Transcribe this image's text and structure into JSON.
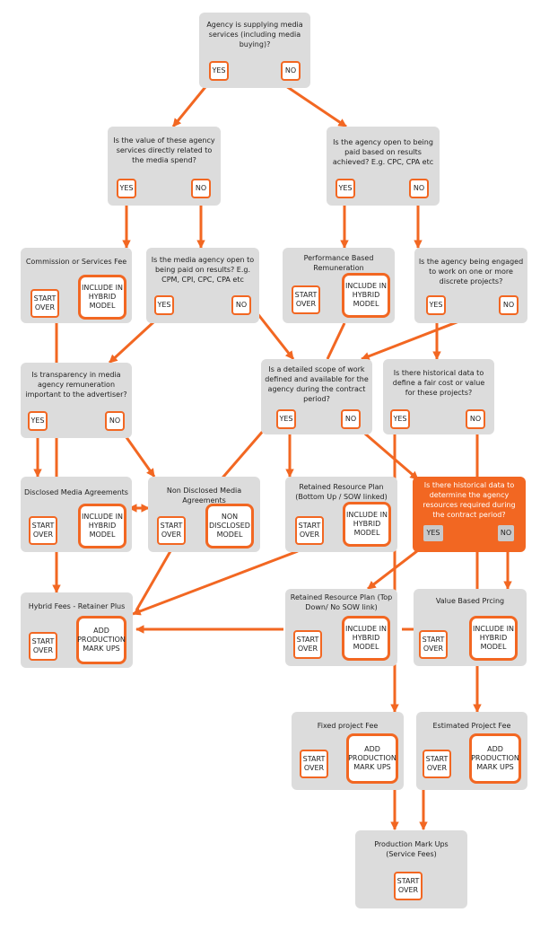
{
  "colors": {
    "accent": "#f26722",
    "box": "#dcdcdc",
    "highlight": "#f26722"
  },
  "labels": {
    "yes": "YES",
    "no": "NO",
    "start_over": "START OVER",
    "include_hybrid": "INCLUDE IN HYBRID MODEL",
    "add_markups": "ADD PRODUCTION MARK UPS",
    "non_disclosed_model": "NON DISCLOSED MODEL"
  },
  "nodes": {
    "q_agency_media": "Agency is supplying media services (including media buying)?",
    "q_value_related": "Is the value of these agency services directly related to the media spend?",
    "q_paid_results": "Is the agency open to being paid based on results achieved? E.g. CPC, CPA etc",
    "commission": "Commission or Services Fee",
    "q_media_results": "Is the media agency open to being paid on results? E.g. CPM, CPI, CPC, CPA etc",
    "performance": "Performance Based Remuneration",
    "q_discrete": "Is the agency being engaged to work on one or more discrete projects?",
    "q_transparency": "Is transparency in media agency remuneration important to the advertiser?",
    "q_scope": "Is a detailed scope of work defined and available for the agency during the contract period?",
    "q_hist_projects": "Is there historical data to define a fair cost or value for these projects?",
    "disclosed": "Disclosed Media Agreements",
    "non_disclosed": "Non Disclosed Media Agreements",
    "retained_bottom": "Retained Resource Plan (Bottom Up / SOW linked)",
    "q_hist_resources": "Is there historical data to determine the agency resources required during the contract period?",
    "hybrid": "Hybrid Fees - Retainer Plus",
    "retained_top": "Retained Resource Plan (Top Down/ No SOW link)",
    "value_pricing": "Value Based Prcing",
    "fixed_fee": "Fixed project Fee",
    "estimated_fee": "Estimated Project Fee",
    "prod_markups": "Production Mark Ups (Service Fees)"
  }
}
